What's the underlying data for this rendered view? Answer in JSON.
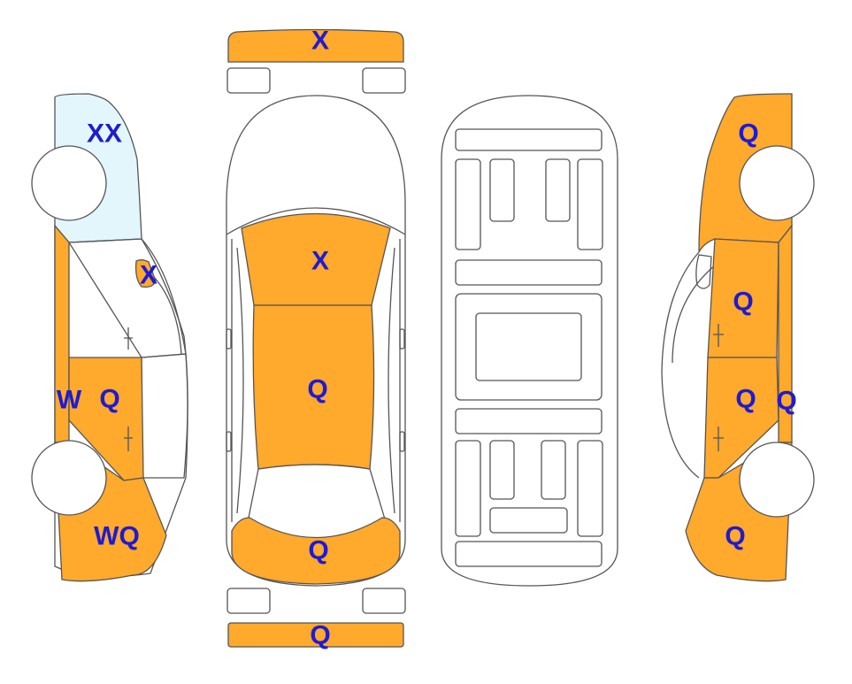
{
  "colors": {
    "damaged": "#FFA92D",
    "glass_marked": "#E3F6FC",
    "label": "#1F1BD0",
    "outline": "#555555"
  },
  "labels": {
    "front_bumper": "X",
    "windshield": "X",
    "roof": "Q",
    "trunk": "Q",
    "rear_bumper": "Q",
    "left_front_glass": "XX",
    "left_mirror": "X",
    "left_sill": "W",
    "left_rear_door": "Q",
    "left_rear_fender": "WQ",
    "right_rear_quarter": "Q",
    "right_rear_door": "Q",
    "right_front_door": "Q",
    "right_front_edge": "Q",
    "right_front_fender": "Q"
  }
}
